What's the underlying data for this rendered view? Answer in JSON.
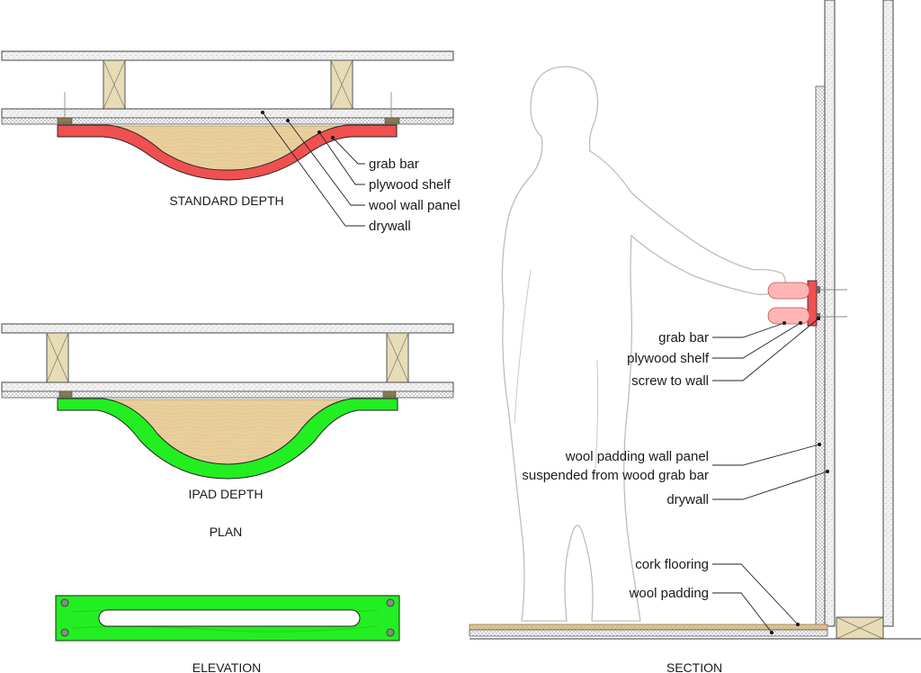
{
  "colors": {
    "standard_grab_bar": "#f05050",
    "ipad_grab_bar": "#22ee22",
    "plywood": "#e9cf9c",
    "cork": "#ddc08e",
    "stud": "#e7dcb5",
    "figure_outline": "#bdbdbd"
  },
  "plan": {
    "standard": {
      "title": "STANDARD DEPTH",
      "labels": [
        "grab bar",
        "plywood shelf",
        "wool wall panel",
        "drywall"
      ]
    },
    "ipad": {
      "title": "IPAD DEPTH"
    },
    "title": "PLAN"
  },
  "elevation": {
    "title": "ELEVATION"
  },
  "section": {
    "title": "SECTION",
    "labels": {
      "grab_bar": "grab bar",
      "plywood_shelf": "plywood shelf",
      "screw": "screw to wall",
      "wool_panel_1": "wool padding wall panel",
      "wool_panel_2": "suspended from wood grab bar",
      "drywall": "drywall",
      "cork": "cork flooring",
      "wool_padding": "wool padding"
    }
  }
}
